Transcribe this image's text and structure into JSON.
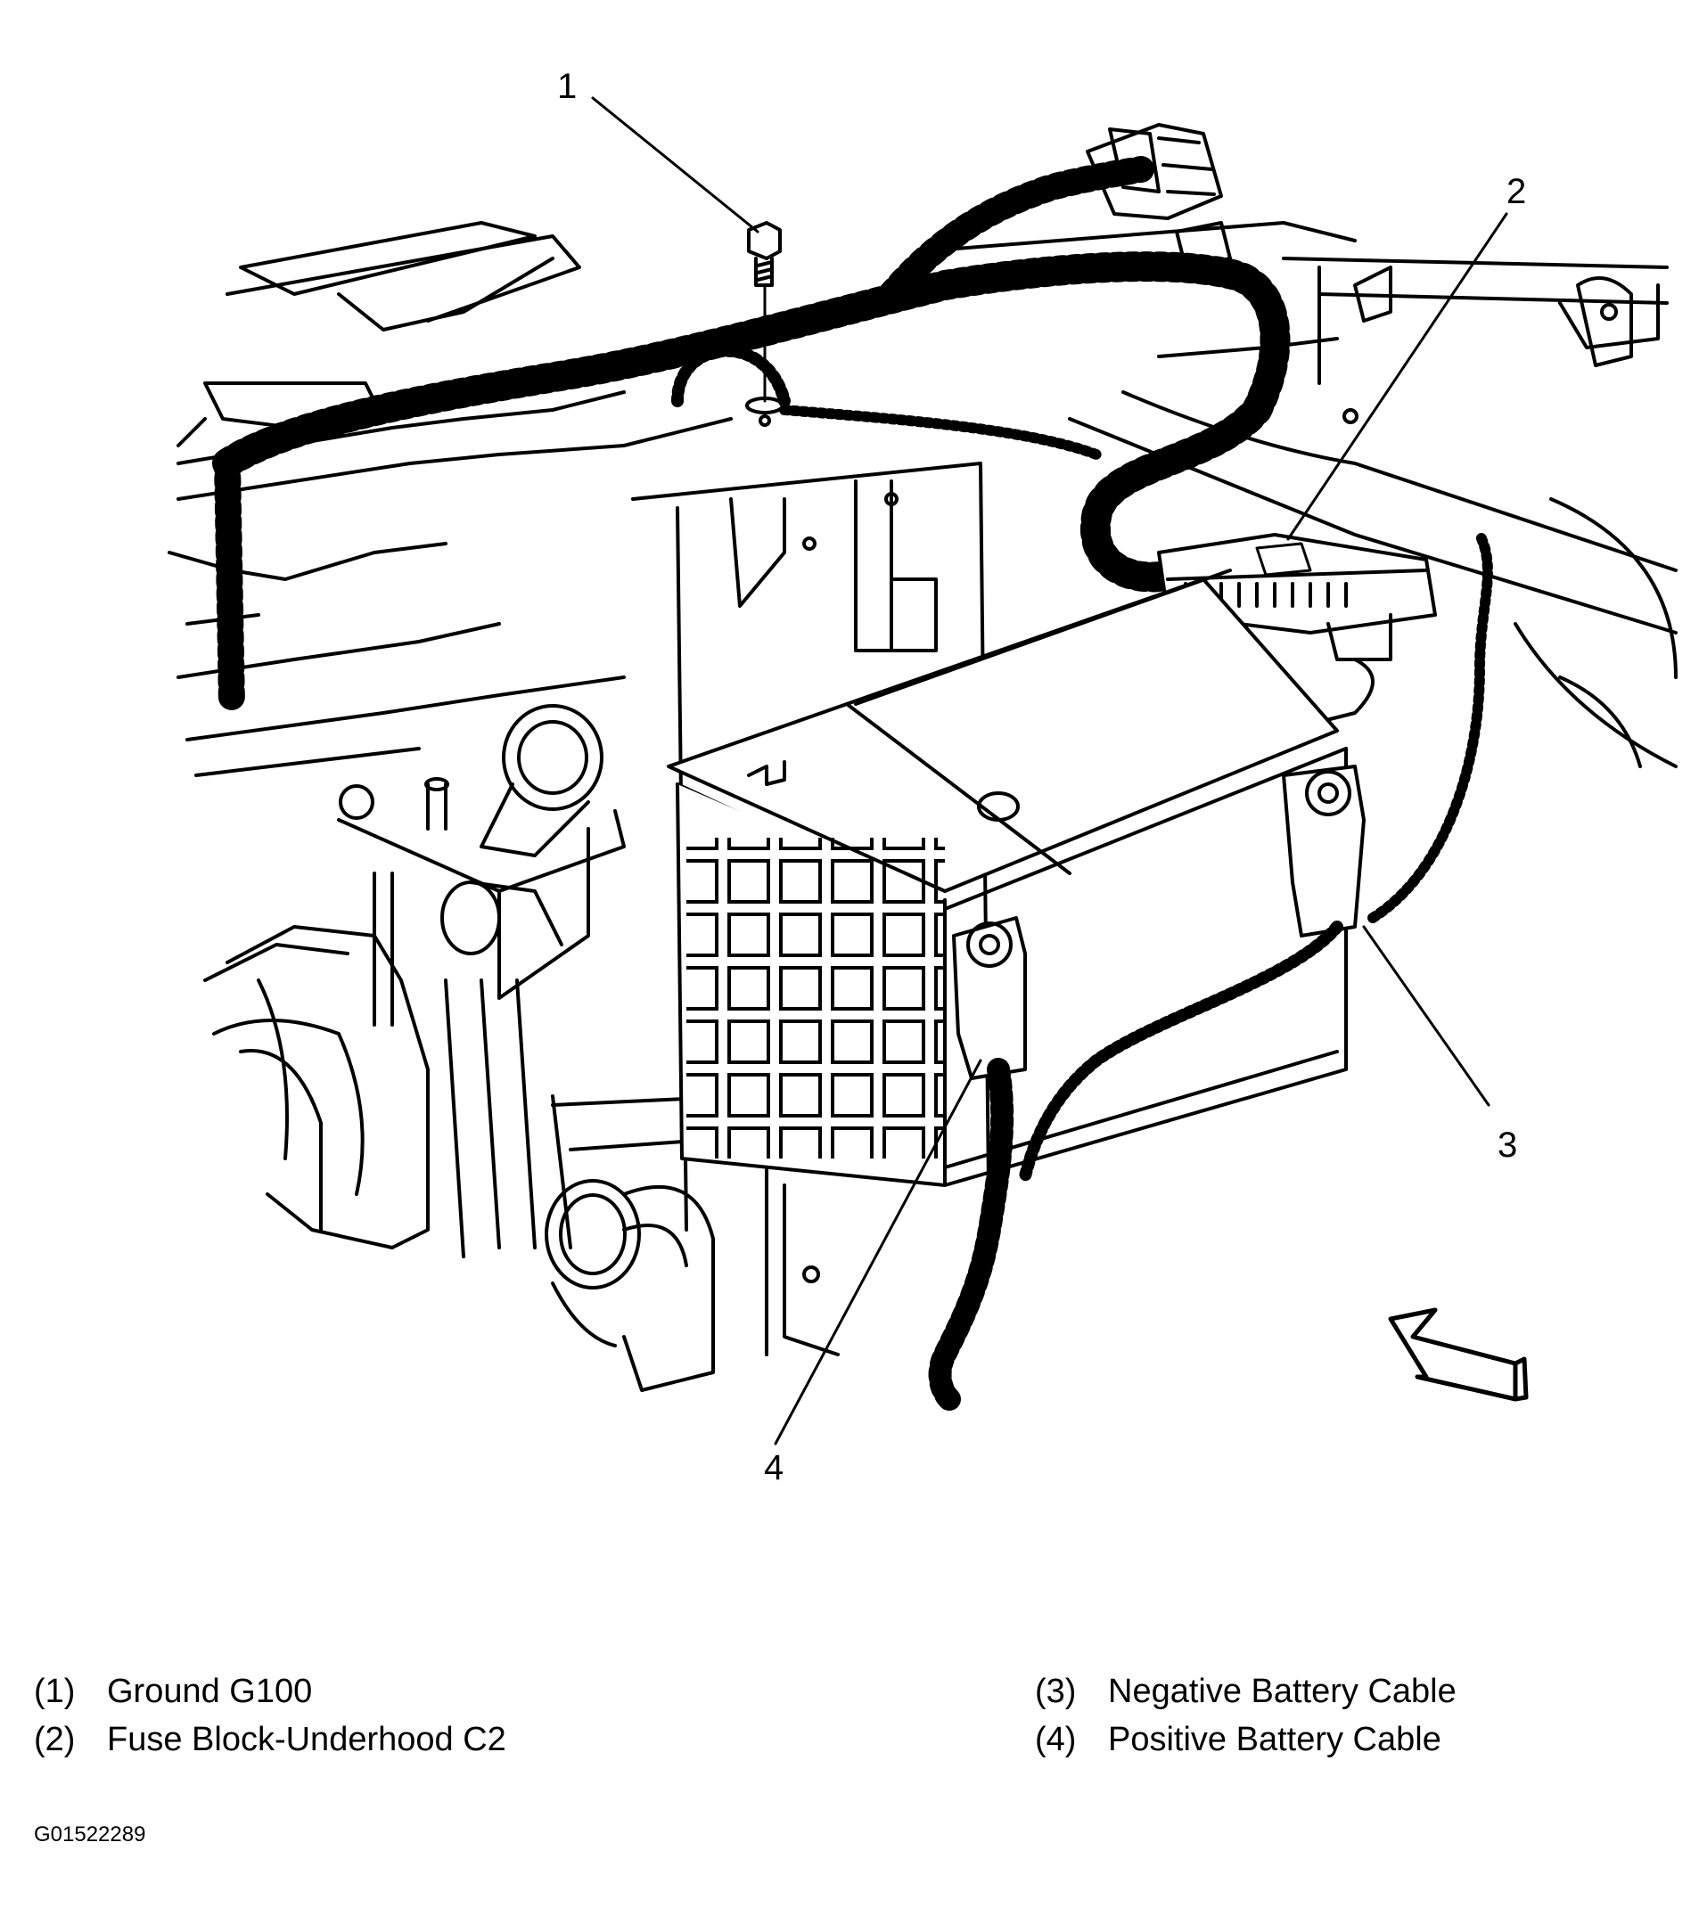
{
  "callouts": [
    "1",
    "2",
    "3",
    "4"
  ],
  "legend": [
    {
      "num": "(1)",
      "label": "Ground G100"
    },
    {
      "num": "(2)",
      "label": "Fuse Block-Underhood C2"
    },
    {
      "num": "(3)",
      "label": "Negative Battery Cable"
    },
    {
      "num": "(4)",
      "label": "Positive Battery Cable"
    }
  ],
  "figure_id": "G01522289",
  "line_color": "#000000",
  "background_color": "#ffffff"
}
